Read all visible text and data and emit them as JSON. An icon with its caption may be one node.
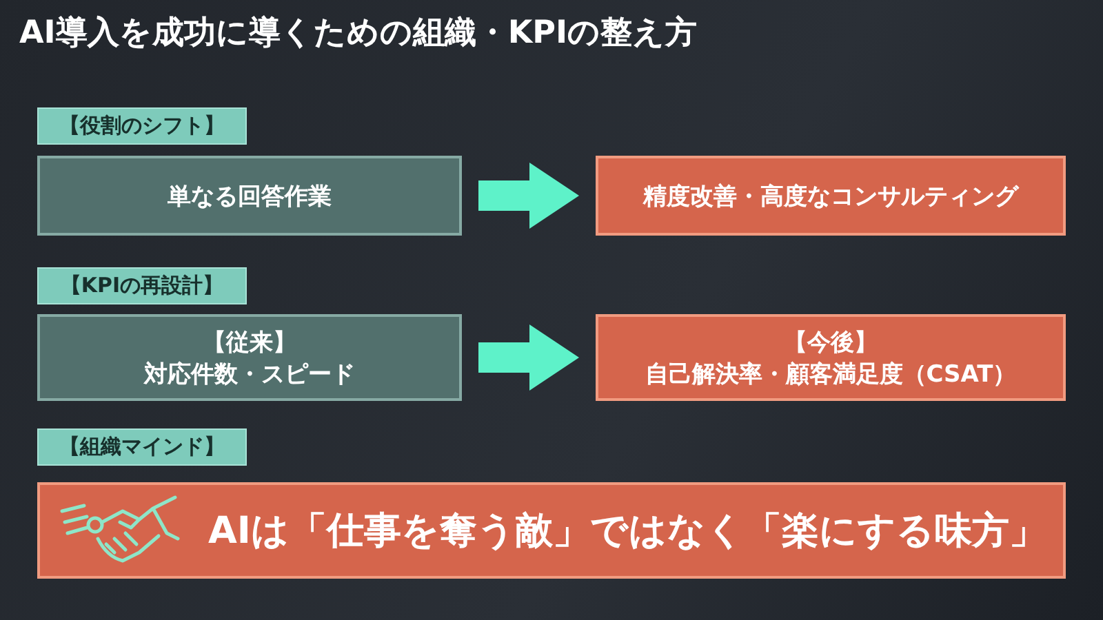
{
  "diagram": {
    "title": "AI導入を成功に導くための組織・KPIの整え方",
    "nodes": [
      {
        "text": [
          "【役割のシフト】"
        ]
      },
      {
        "text": [
          "単なる回答作業"
        ]
      },
      {
        "text": [
          "精度改善・高度なコンサルティング"
        ]
      },
      {
        "text": [
          "【KPIの再設計】"
        ]
      },
      {
        "text": [
          "【従来】",
          "対応件数・スピード"
        ]
      },
      {
        "text": [
          "【今後】",
          "自己解決率・顧客満足度（CSAT）"
        ]
      },
      {
        "text": [
          "【組織マインド】"
        ]
      },
      {
        "text": [
          "AIは「仕事を奪う敵」ではなく「楽にする味方」"
        ]
      }
    ],
    "edges": [
      {
        "from": 1,
        "to": 2,
        "arrow": "to"
      },
      {
        "from": 4,
        "to": 5,
        "arrow": "to"
      }
    ]
  }
}
